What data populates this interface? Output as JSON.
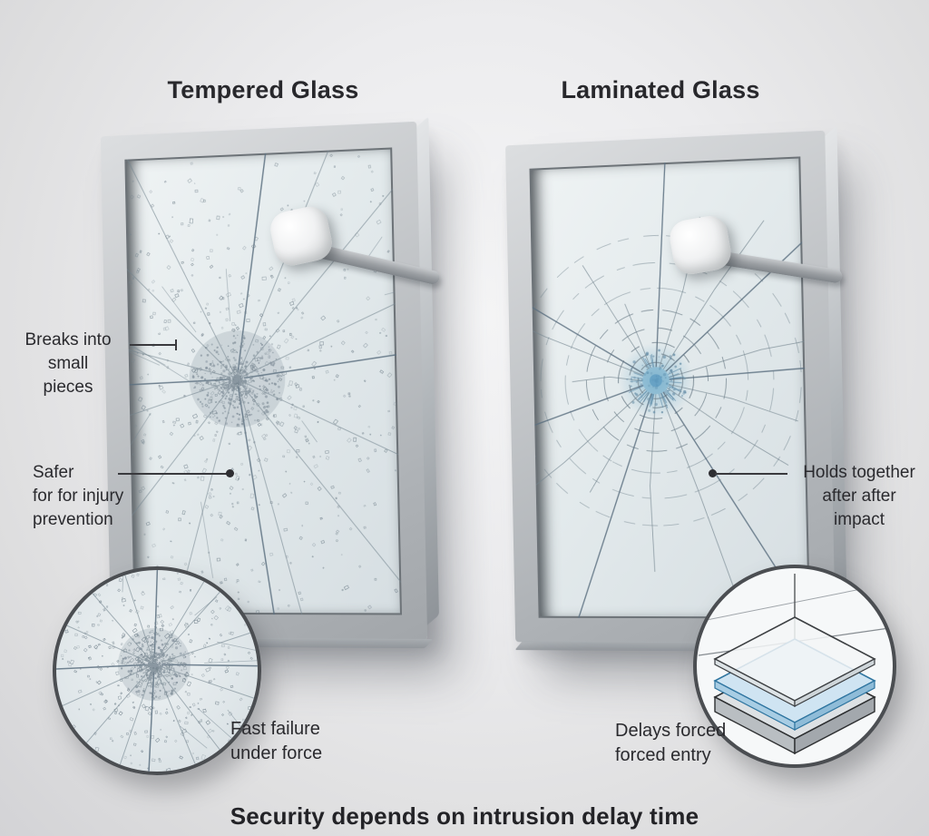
{
  "titles": {
    "left": "Tempered Glass",
    "right": "Laminated Glass"
  },
  "left_annotations": {
    "breaks_line1": "Breaks into small",
    "breaks_line2": "pieces",
    "safer_line1": "Safer",
    "safer_line2": "for for injury",
    "safer_line3": "prevention",
    "inset_line1": "Fast failure",
    "inset_line2": "under force"
  },
  "right_annotations": {
    "holds_line1": "Holds together",
    "holds_line2": "after after",
    "holds_line3": "impact",
    "inset_line1": "Delays forced",
    "inset_line2": "forced entry"
  },
  "footer": {
    "caption": "Security depends on intrusion delay time"
  },
  "icons": {
    "left_mallet": "rubber-mallet-icon",
    "right_mallet": "rubber-mallet-icon",
    "left_inset": "shattered-glass-magnifier",
    "right_inset": "laminated-layers-magnifier"
  },
  "colors": {
    "background_center": "#f5f5f6",
    "background_edge": "#d8d8db",
    "text": "#2a2a2e",
    "frame_light": "#dcdee0",
    "frame_dark": "#8f9499",
    "glass_light": "#eff3f4",
    "glass_dark": "#d6dee2",
    "crack": "#74client-invalid",
    "crack_line": "#74858f",
    "crack_dark": "#5c7080",
    "speckle": "#76858f",
    "core_dot": "#8b98a2",
    "impact_blue": "#6aaac9",
    "leader": "#3a3a3e",
    "inset_border": "#4b4e52",
    "interlayer_fill": "#cfe4f2",
    "interlayer_edge": "#2f75a0",
    "slab_fill": "#d9dde0",
    "outline_dark": "#2c2e30"
  }
}
